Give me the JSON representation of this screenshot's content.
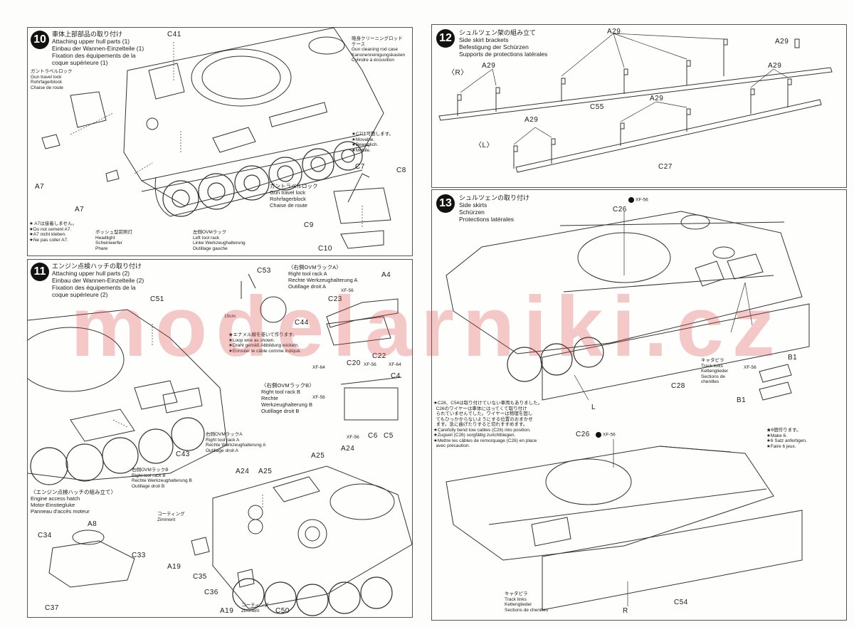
{
  "step10": {
    "num": "10",
    "jp": "車体上部部品の取り付け",
    "en": "Attaching upper hull parts (1)",
    "de": "Einbau der Wannen-Einzelteile (1)",
    "fr1": "Fixation des équipements de la",
    "fr2": "coque supérieure (1)",
    "part_c41": "C41",
    "part_a7a": "A7",
    "part_a7b": "A7",
    "part_c7": "C7",
    "part_c8": "C8",
    "part_c9": "C9",
    "part_c10": "C10",
    "clean_rod": "砲身クリーニングロッド\nケース\nGun cleaning rod case\nKanonenreinigungskasten\nCylindre à écouvillon",
    "travel_lock": "ガントラベルロック\nGun travel lock\nRohrfagerblock\nChaise de route",
    "gun_lock_small": "ガントラベルロック\nGun travel lock\nRohrfagerblock\nChaise de route",
    "movable": "★C7は可動します。\n★Movable.\n★Beweglich.\n★Mobile.",
    "no_cement": "★ A7は接着しません。\n★Do not cement A7.\n★A7 nicht kleben.\n★Ne pas coller A7.",
    "headlight": "ボッシュ型前照灯\nHeadlight\nScheinwerfer\nPhare",
    "left_rack": "左側OVMラック\nLeft tool rack\nLinke Werkzeughalterung\nOutillage gauche"
  },
  "step11": {
    "num": "11",
    "jp": "エンジン点検ハッチの取り付け",
    "en": "Attaching upper hull parts (2)",
    "de": "Einbau der Wannen-Einzelteile (2)",
    "fr1": "Fixation des équipements de la",
    "fr2": "coque supérieure (2)",
    "part_c51": "C51",
    "part_c53": "C53",
    "part_c23": "C23",
    "part_a4": "A4",
    "part_c44": "C44",
    "part_c20": "C20",
    "part_c22": "C22",
    "part_c4": "C4",
    "part_c6": "C6",
    "part_c5": "C5",
    "part_c43": "C43",
    "part_a24a": "A24",
    "part_a25a": "A25",
    "part_a24b": "A24",
    "part_a25b": "A25",
    "part_a8": "A8",
    "part_c34": "C34",
    "part_c33": "C33",
    "part_c37": "C37",
    "part_a19a": "A19",
    "part_a19b": "A19",
    "part_c35": "C35",
    "part_c36": "C36",
    "part_c50": "C50",
    "xf56a": "XF-56",
    "xf64a": "XF-64",
    "xf56b": "XF-56",
    "xf64b": "XF-64",
    "xf56c": "XF-56",
    "xf56d": "XF-56",
    "wire_len": "15cm",
    "rack_a": "〈右側OVMラックA〉\nRight tool rack A\nRechte Werkzeughalterung A\nOutillage droit A",
    "rack_b": "〈右側OVMラックB〉\nRight tool rack B\nRechte\nWerkzeughalterung B\nOutillage droit B",
    "wire_note": "★エナメル線を巻いて作ります。\n★Loop wire as shown.\n★Draht gemäß Abbildung wickeln.\n★Enrouler le câble comme indiqué.",
    "rack_a_small": "右側OVMラックA\nRight tool rack A\nRechte Werkzeughalterung A\nOutillage droit A",
    "rack_b_small": "右側OVMラックB\nRight tool rack B\nRechte Werkzeughalterung B\nOutillage droit B",
    "hatch_title": "〈エンジン点検ハッチの組み立て〉\nEngine access hatch\nMotor-Einstiegluke\nPanneau d'accès moteur",
    "zimmerit_a": "コーティング\nZimmerit",
    "zimmerit_b": "コーティング\nZimmerit"
  },
  "step12": {
    "num": "12",
    "jp": "シュルツェン架の組み立て",
    "en": "Side skirt brackets",
    "de": "Befestigung der Schürzen",
    "fr": "Supports de protections latérales",
    "r": "〈R〉",
    "l": "〈L〉",
    "a29_1": "A29",
    "a29_2": "A29",
    "a29_3": "A29",
    "a29_4": "A29",
    "a29_5": "A29",
    "a29_6": "A29",
    "c55": "C55",
    "c27": "C27"
  },
  "step13": {
    "num": "13",
    "jp": "シュルツェンの取り付け",
    "en": "Side skirts",
    "de": "Schürzen",
    "fr": "Protections latérales",
    "c26a": "C26",
    "c26b": "C26",
    "xf56a": "XF-56",
    "xf56b": "XF-56",
    "xf56c": "XF-56",
    "c28": "C28",
    "c54": "C54",
    "l": "L",
    "r": "R",
    "b1a": "B1",
    "b1b": "B1",
    "track1": "キャタピラ\nTrack links\nKettenglieder\nSections de\nchenilles",
    "track2": "キャタピラ\nTrack links\nKettenglieder\nSections de chenilles",
    "make6": "★6個作ります。\n★Make 6.\n★6 Satz anfertigen.\n★Faire 6 jeux.",
    "cable_note": "★C28、C54は取り付けていない車両もありました。\n  C26のワイヤーは車体にはってくて取り付け\n  られていませんでした。ワイヤーは物理を固し\n  てもひっかからないようにする位置のおまかせ\n  ます。急に曲げたりすると切れすすめます。\n★Carefully bend tow cables (C26) into position.\n★Zugseil (C26) sorgfältig zurichtbiegen.\n★Mettre les câbles de remorquage (C26) en place\n  avec précaution."
  },
  "watermark": "modelarniki.cz"
}
